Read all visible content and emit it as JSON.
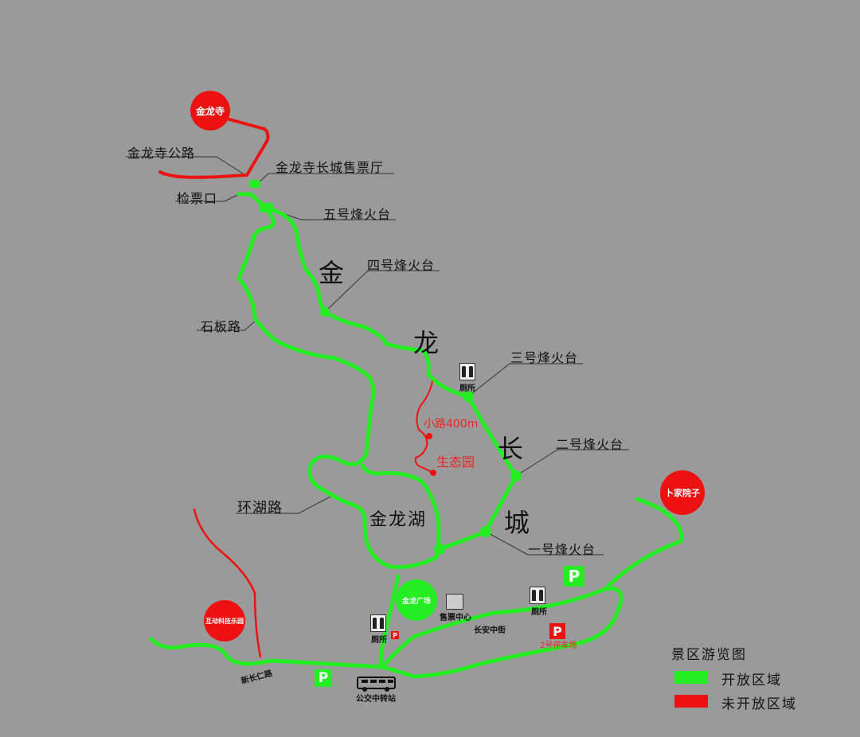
{
  "colors": {
    "background": "#9a9a9a",
    "open_route": "#22ee22",
    "closed_route": "#ee1111",
    "text": "#111111",
    "leader_line": "#333333"
  },
  "attractions": {
    "jinlong_temple": "金龙寺",
    "bujia_courtyard": "卜家院子",
    "interactive_tech_park": "互动科技乐园",
    "jinlong_plaza": "金龙广场"
  },
  "labels": {
    "temple_road": "金龙寺公路",
    "ticket_hall": "金龙寺长城售票厅",
    "ticket_check": "检票口",
    "tower5": "五号烽火台",
    "tower4": "四号烽火台",
    "tower3": "三号烽火台",
    "tower2": "二号烽火台",
    "tower1": "一号烽火台",
    "stone_road": "石板路",
    "lake_road": "环湖路",
    "lake": "金龙湖",
    "path_400m": "小路400m",
    "eco_garden": "生态园",
    "ticket_center": "售票中心",
    "changan_street": "长安中街",
    "xinchangren_road": "新长仁路",
    "bus_station": "公交中转站",
    "toilet": "厕所",
    "parking2": "2号停车场"
  },
  "great_wall_title": [
    "金",
    "龙",
    "长",
    "城"
  ],
  "icons": {
    "parking": "P",
    "toilet": "toilet-icon",
    "bus": "bus-icon",
    "ticket": "ticket-icon"
  },
  "legend": {
    "title": "景区游览图",
    "items": [
      {
        "label": "开放区域",
        "color": "#22ee22"
      },
      {
        "label": "未开放区域",
        "color": "#ee1111"
      }
    ]
  }
}
